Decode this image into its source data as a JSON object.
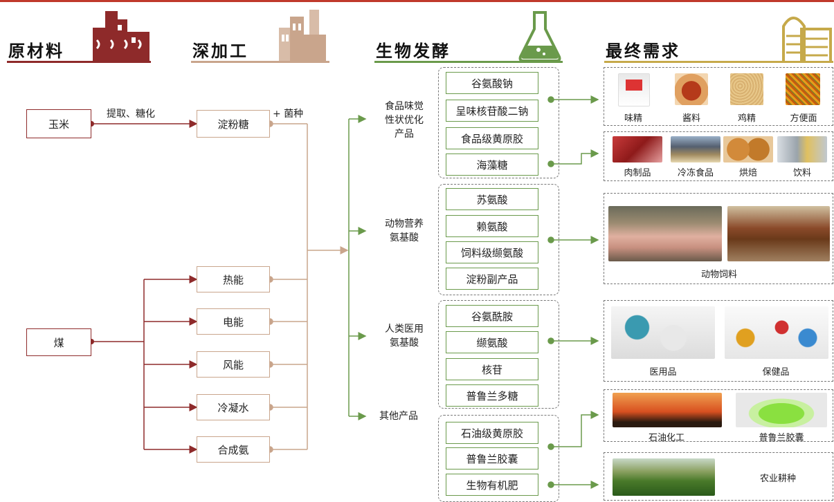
{
  "headers": {
    "raw": "原材料",
    "deep": "深加工",
    "ferment": "生物发酵",
    "final": "最终需求"
  },
  "colors": {
    "raw": "#8e2a2a",
    "deep": "#c9a58c",
    "ferment": "#6a9a4b",
    "final": "#c6a94a"
  },
  "raw_materials": {
    "corn": "玉米",
    "coal": "煤"
  },
  "edge_labels": {
    "extract": "提取、糖化",
    "strain": "+ 菌种"
  },
  "deep_processing": {
    "starch_sugar": "淀粉糖",
    "energy": [
      "热能",
      "电能",
      "风能",
      "冷凝水",
      "合成氨"
    ]
  },
  "categories": [
    {
      "lines": [
        "食品味觉",
        "性状优化",
        "产品"
      ],
      "items": [
        "谷氨酸钠",
        "呈味核苷酸二钠",
        "食品级黄原胶",
        "海藻糖"
      ]
    },
    {
      "lines": [
        "动物营养",
        "氨基酸"
      ],
      "items": [
        "苏氨酸",
        "赖氨酸",
        "饲料级缬氨酸",
        "淀粉副产品"
      ]
    },
    {
      "lines": [
        "人类医用",
        "氨基酸"
      ],
      "items": [
        "谷氨酰胺",
        "缬氨酸",
        "核苷",
        "普鲁兰多糖"
      ]
    },
    {
      "lines": [
        "其他产品"
      ],
      "items": [
        "石油级黄原胶",
        "普鲁兰胶囊",
        "生物有机肥"
      ]
    }
  ],
  "final_demand": {
    "seasoning": [
      "味精",
      "酱料",
      "鸡精",
      "方便面"
    ],
    "food": [
      "肉制品",
      "冷冻食品",
      "烘焙",
      "饮料"
    ],
    "feed": "动物饲料",
    "medical": [
      "医用品",
      "保健品"
    ],
    "industrial": [
      "石油化工",
      "普鲁兰胶囊"
    ],
    "agri": "农业耕种"
  }
}
